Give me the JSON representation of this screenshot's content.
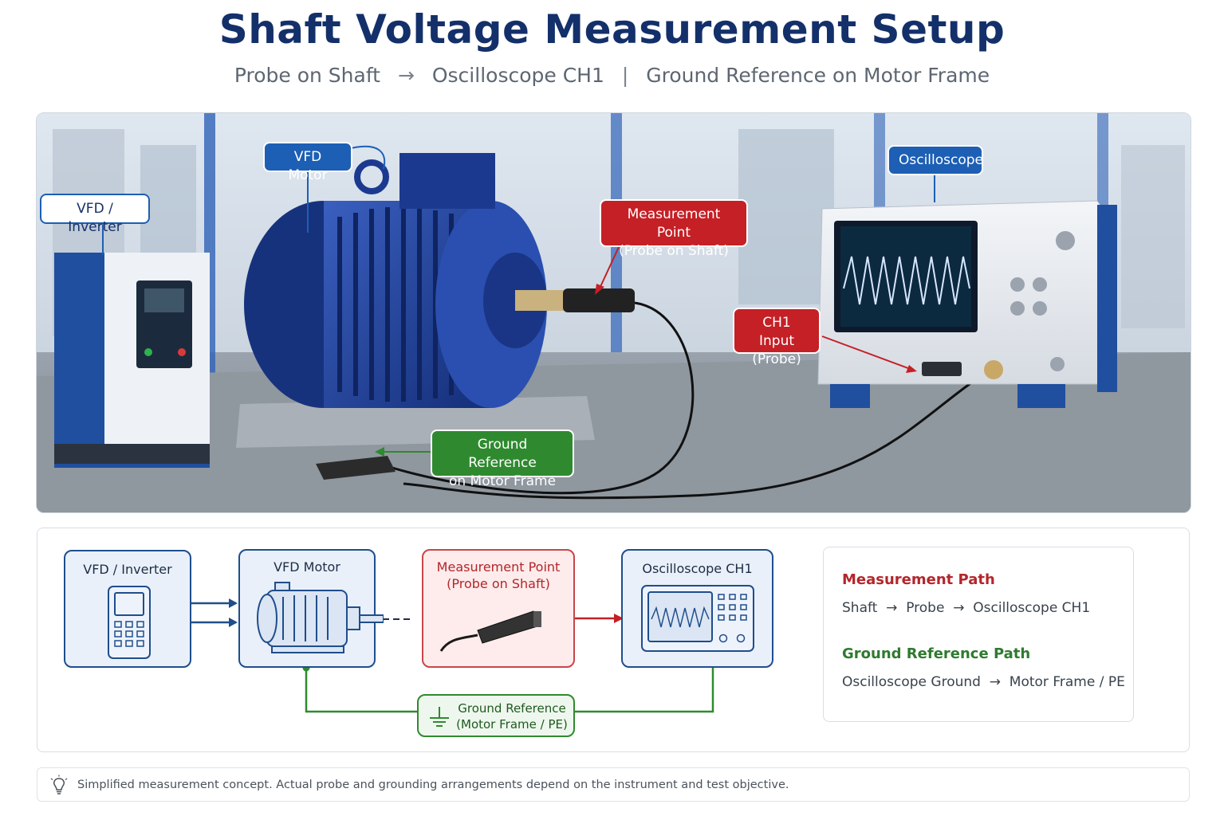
{
  "header": {
    "title": "Shaft Voltage Measurement Setup",
    "subtitle_parts": [
      "Probe on Shaft",
      "→",
      "Oscilloscope CH1",
      "|",
      "Ground Reference on Motor Frame"
    ]
  },
  "photo_callouts": {
    "vfd_motor": "VFD Motor",
    "vfd_inverter": "VFD / Inverter",
    "oscilloscope": "Oscilloscope",
    "measurement_point_line1": "Measurement Point",
    "measurement_point_line2": "(Probe on Shaft)",
    "ch1_line1": "CH1 Input",
    "ch1_line2": "(Probe)",
    "ground_line1": "Ground Reference",
    "ground_line2": "on Motor Frame"
  },
  "diagram": {
    "vfd_inverter": "VFD / Inverter",
    "vfd_motor": "VFD Motor",
    "measurement_line1": "Measurement Point",
    "measurement_line2": "(Probe on Shaft)",
    "oscilloscope": "Oscilloscope CH1",
    "ground_line1": "Ground Reference",
    "ground_line2": "(Motor Frame / PE)"
  },
  "legend": {
    "measurement_heading": "Measurement Path",
    "measurement_path": "Shaft  →  Probe  →  Oscilloscope CH1",
    "ground_heading": "Ground Reference Path",
    "ground_path": "Oscilloscope Ground  →  Motor Frame / PE"
  },
  "footnote": "Simplified measurement concept. Actual probe and grounding arrangements depend on the instrument and test objective.",
  "colors": {
    "navy": "#14306a",
    "blue": "#1d5fb4",
    "red": "#c42026",
    "green": "#2f8a2f"
  }
}
